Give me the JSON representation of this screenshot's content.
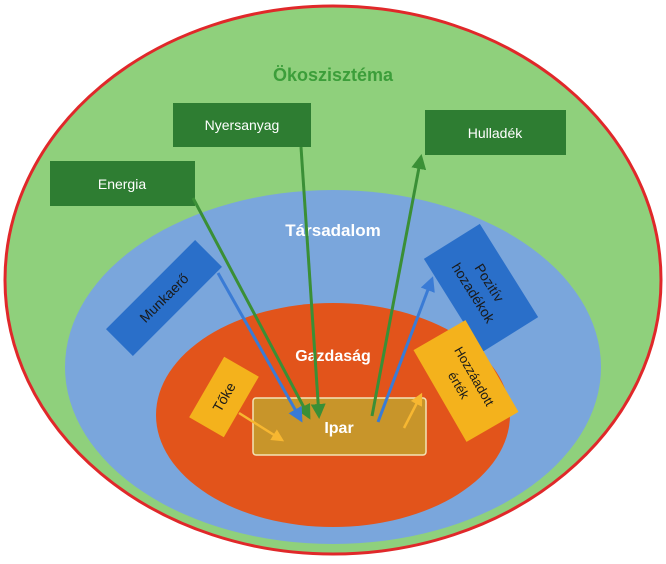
{
  "diagram": {
    "outer_title": "Ökoszisztéma",
    "middle_title": "Társadalom",
    "inner_title": "Gazdaság",
    "core_label": "Ipar",
    "inputs": {
      "energia": "Energia",
      "nyersanyag": "Nyersanyag",
      "munkaero": "Munkaerő",
      "toke": "Tőke"
    },
    "outputs": {
      "hulladek": "Hulladék",
      "pozitiv_line1": "Pozitív",
      "pozitiv_line2": "hozadékok",
      "hozzaadott_line1": "Hozzáadott",
      "hozzaadott_line2": "érték"
    }
  },
  "colors": {
    "ecosystem_fill": "#8fd07c",
    "ecosystem_border": "#e0282a",
    "society_fill": "#7aa6dc",
    "economy_fill": "#e2541b",
    "core_fill": "#c8952a",
    "dark_green_box": "#2e7d32",
    "blue_box": "#2a6fc9",
    "yellow_box": "#f4b21c",
    "green_text": "#3c9e3a",
    "green_arrow": "#3a8f36",
    "blue_arrow": "#3a7bd5",
    "yellow_arrow": "#f7b731"
  }
}
